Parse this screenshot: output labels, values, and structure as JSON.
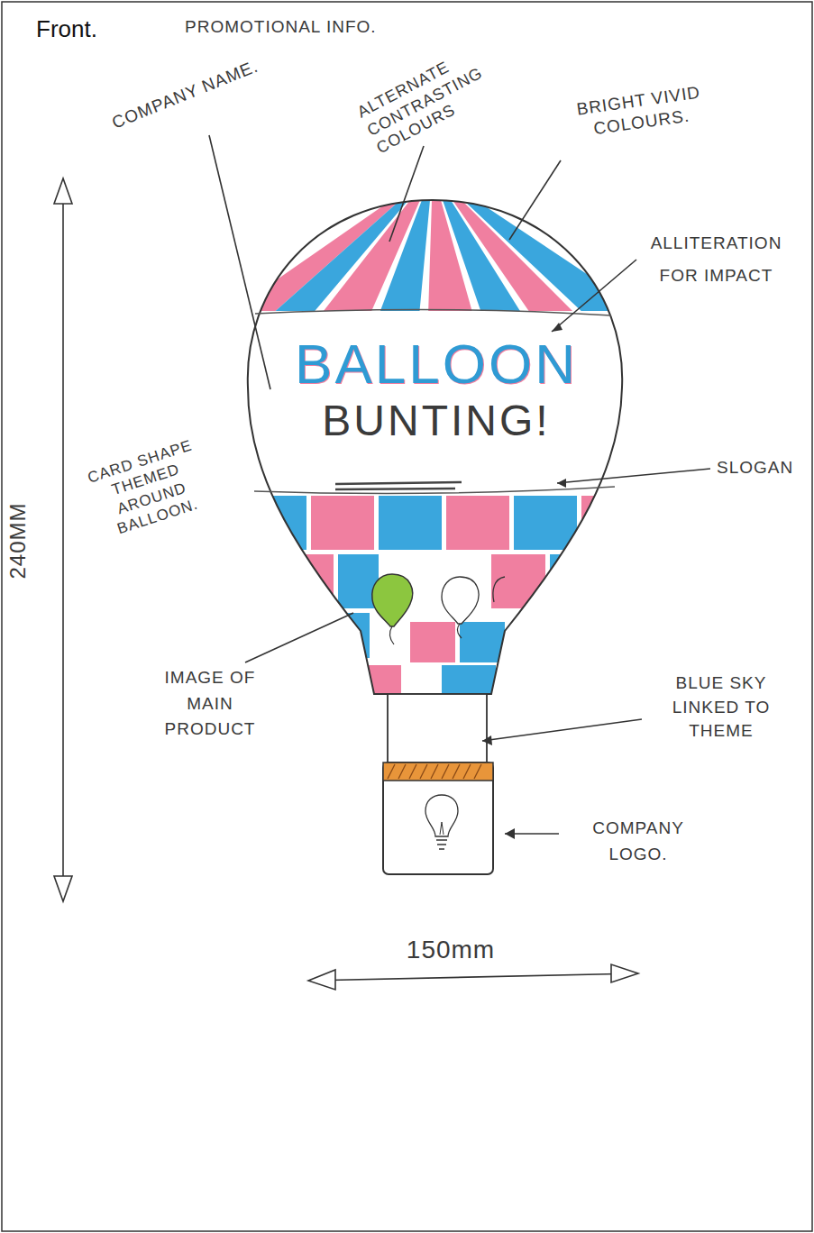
{
  "diagram": {
    "title": "Front.",
    "nodes": [
      {
        "text": [
          "BALLOON",
          "BUNTING!"
        ]
      }
    ],
    "labels": [
      "PROMOTIONAL INFO.",
      "COMPANY NAME.",
      "ALTERNATE CONTRASTING COLOURS",
      "BRIGHT VIVID COLOURS.",
      "ALLITERATION FOR IMPACT",
      "SLOGAN",
      "CARD SHAPE THEMED AROUND BALLOON.",
      "240MM",
      "IMAGE OF MAIN PRODUCT",
      "BLUE SKY LINKED TO THEME",
      "COMPANY LOGO.",
      "150mm"
    ]
  }
}
